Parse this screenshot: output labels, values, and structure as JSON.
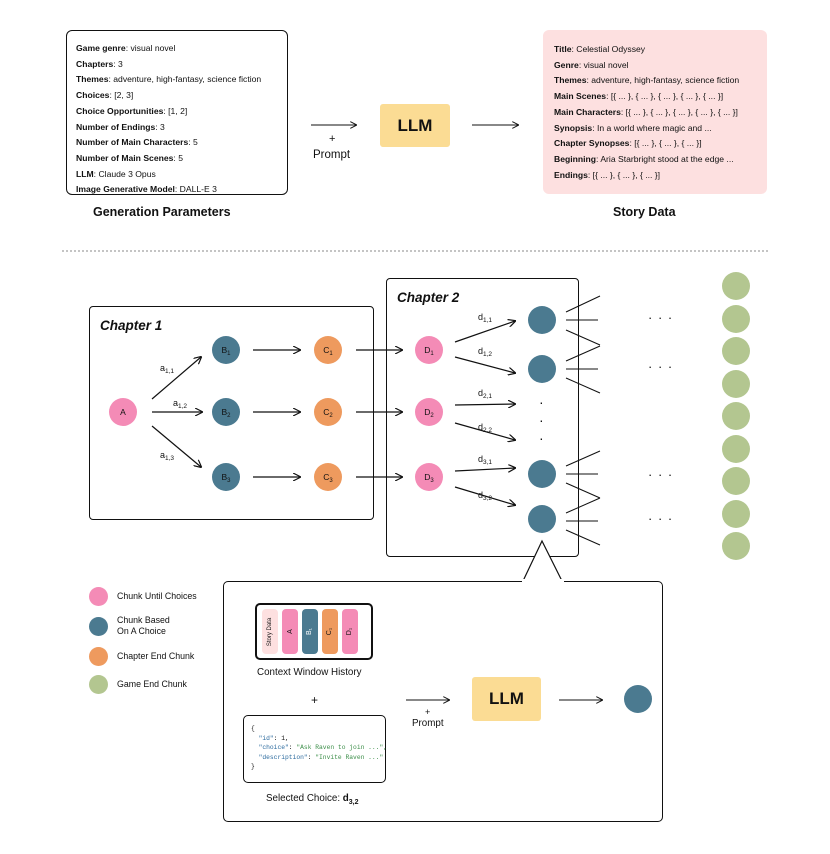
{
  "generation_parameters": {
    "caption": "Generation Parameters",
    "rows": [
      {
        "key": "Game genre",
        "value": ": visual novel"
      },
      {
        "key": "Chapters",
        "value": ": 3"
      },
      {
        "key": "Themes",
        "value": ": adventure, high-fantasy, science fiction"
      },
      {
        "key": "Choices",
        "value": ": [2, 3]"
      },
      {
        "key": "Choice Opportunities",
        "value": ": [1, 2]"
      },
      {
        "key": "Number of Endings",
        "value": ": 3"
      },
      {
        "key": "Number of Main Characters",
        "value": ": 5"
      },
      {
        "key": "Number of Main Scenes",
        "value": ": 5"
      },
      {
        "key": "LLM",
        "value": ": Claude 3 Opus"
      },
      {
        "key": "Image Generative Model",
        "value": ": DALL-E 3"
      }
    ]
  },
  "story_data": {
    "caption": "Story Data",
    "rows": [
      {
        "key": "Title",
        "value": ": Celestial Odyssey"
      },
      {
        "key": "Genre",
        "value": ": visual novel"
      },
      {
        "key": "Themes",
        "value": ": adventure, high-fantasy, science fiction"
      },
      {
        "key": "Main Scenes",
        "value": ": [{ ... }, { ... }, { ... }, { ... }, { ... }]"
      },
      {
        "key": "Main Characters",
        "value": ": [{ ... }, { ... }, { ... }, { ... }, { ... }]"
      },
      {
        "key": "Synopsis",
        "value": ": In a world where magic and ..."
      },
      {
        "key": "Chapter Synopses",
        "value": ": [{ ... }, { ... }, { ... }]"
      },
      {
        "key": "Beginning",
        "value": ": Aria Starbright stood at the edge ..."
      },
      {
        "key": "Endings",
        "value": ": [{ ... }, { ... }, { ... }]"
      }
    ]
  },
  "top_flow": {
    "plus": "+",
    "prompt": "Prompt",
    "llm": "LLM"
  },
  "chapters": {
    "chapter1": "Chapter 1",
    "chapter2": "Chapter 2"
  },
  "nodes": {
    "A": {
      "base": "A",
      "sub": ""
    },
    "B1": {
      "base": "B",
      "sub": "1"
    },
    "B2": {
      "base": "B",
      "sub": "2"
    },
    "B3": {
      "base": "B",
      "sub": "3"
    },
    "C1": {
      "base": "C",
      "sub": "1"
    },
    "C2": {
      "base": "C",
      "sub": "2"
    },
    "C3": {
      "base": "C",
      "sub": "3"
    },
    "D1": {
      "base": "D",
      "sub": "1"
    },
    "D2": {
      "base": "D",
      "sub": "2"
    },
    "D3": {
      "base": "D",
      "sub": "3"
    }
  },
  "edge_labels": {
    "a11": {
      "base": "a",
      "sub": "1,1"
    },
    "a12": {
      "base": "a",
      "sub": "1,2"
    },
    "a13": {
      "base": "a",
      "sub": "1,3"
    },
    "d11": {
      "base": "d",
      "sub": "1,1"
    },
    "d12": {
      "base": "d",
      "sub": "1,2"
    },
    "d21": {
      "base": "d",
      "sub": "2,1"
    },
    "d22": {
      "base": "d",
      "sub": "2,2"
    },
    "d31": {
      "base": "d",
      "sub": "3,1"
    },
    "d32": {
      "base": "d",
      "sub": "3,2"
    }
  },
  "ellipsis": "· · ·",
  "vertical_dots": "·",
  "legend": [
    {
      "label": "Chunk Until Choices",
      "color": "#f48bb6"
    },
    {
      "label": "Chunk Based\nOn A Choice",
      "color": "#4b7a90"
    },
    {
      "label": "Chapter End Chunk",
      "color": "#ee9a5e"
    },
    {
      "label": "Game End Chunk",
      "color": "#b3c690"
    }
  ],
  "colors": {
    "pink": "#f48bb6",
    "teal": "#4b7a90",
    "orange": "#ee9a5e",
    "green": "#b3c690",
    "llm": "#fbdc94",
    "story_bg": "#fde0e0"
  },
  "detail": {
    "context_history": {
      "caption": "Context Window History",
      "cells": [
        {
          "label": "Story Data",
          "color": "#fde0e0"
        },
        {
          "label": "A",
          "color": "#f48bb6"
        },
        {
          "label": "B₁",
          "color": "#4b7a90"
        },
        {
          "label": "C₁",
          "color": "#ee9a5e"
        },
        {
          "label": "D₁",
          "color": "#f48bb6"
        }
      ]
    },
    "plus": "+",
    "prompt_plus": "+",
    "prompt": "Prompt",
    "llm": "LLM",
    "json": {
      "open": "{",
      "id_key": "\"id\"",
      "id_val": "1,",
      "choice_key": "\"choice\"",
      "choice_val": "\"Ask Raven to join ...\",",
      "desc_key": "\"description\"",
      "desc_val": "\"Invite Raven ...\"",
      "close": "}"
    },
    "selected_caption": "Selected Choice: ",
    "selected_base": "d",
    "selected_sub": "3,2"
  }
}
